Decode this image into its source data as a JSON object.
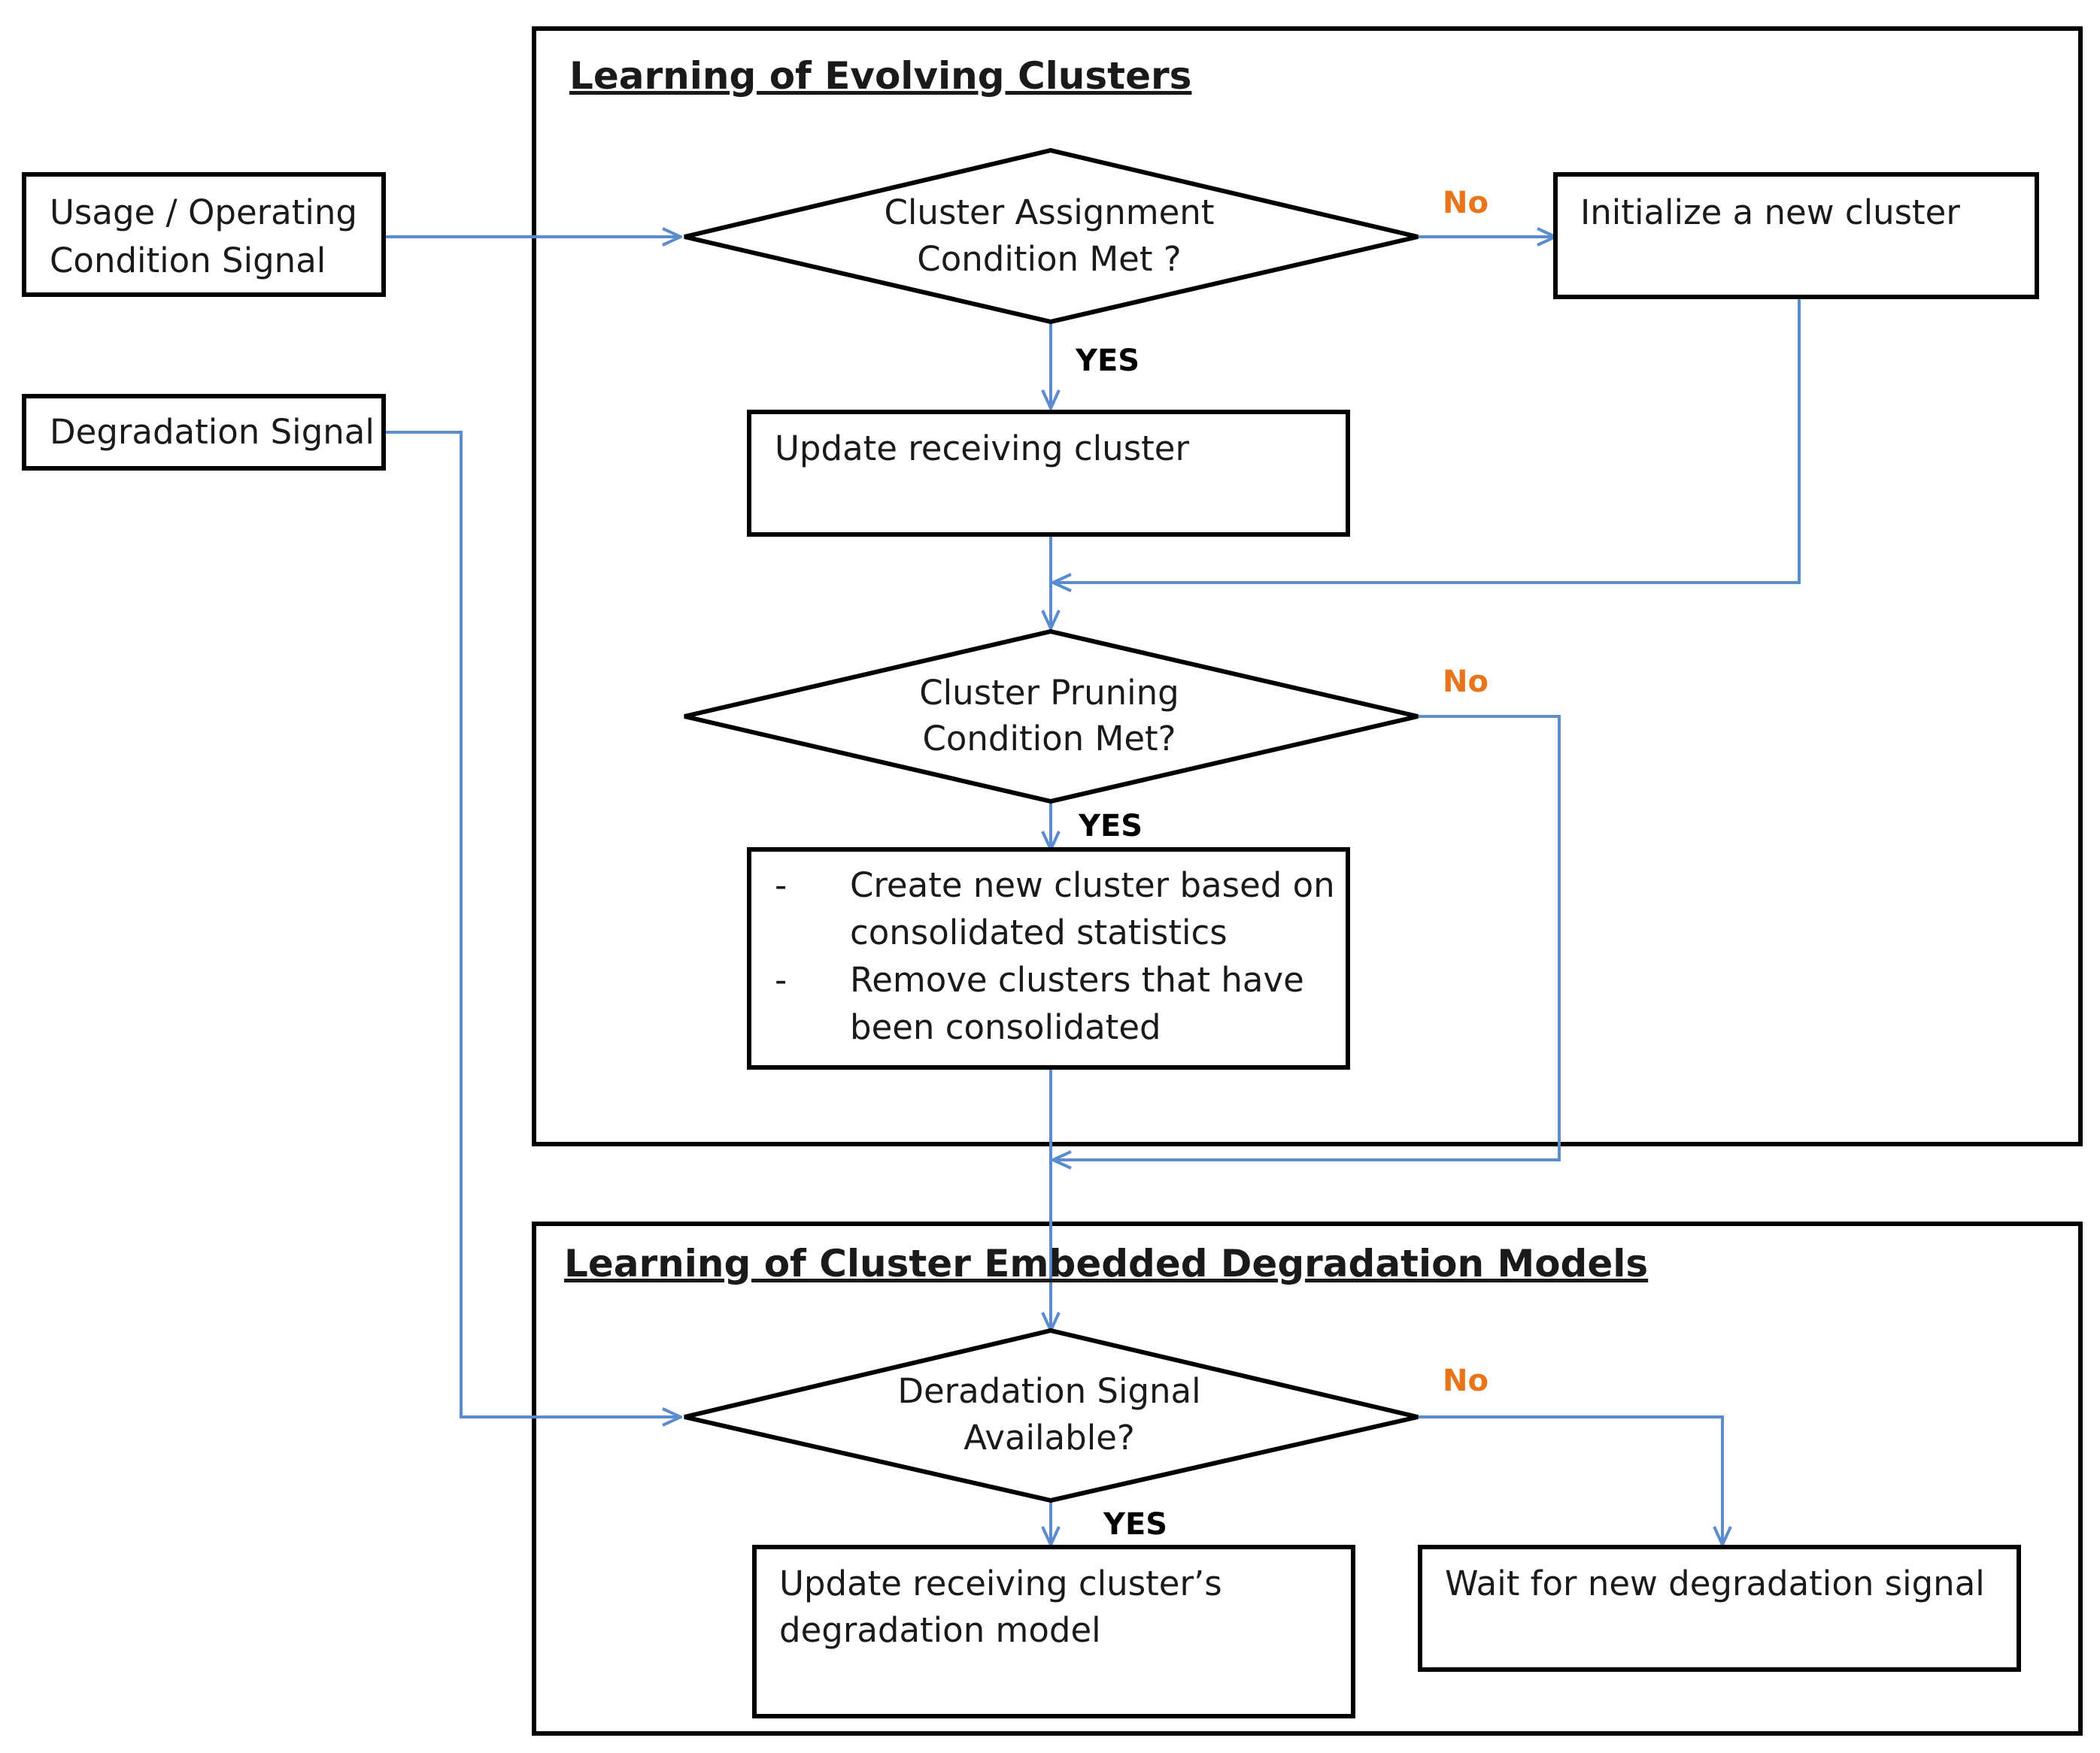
{
  "sections": {
    "evolving_title": "Learning of Evolving Clusters",
    "degradation_title": "Learning of Cluster Embedded Degradation Models"
  },
  "inputs": {
    "usage_line1": "Usage / Operating",
    "usage_line2": "Condition Signal",
    "degradation": "Degradation Signal"
  },
  "decisions": {
    "assignment_line1": "Cluster Assignment",
    "assignment_line2": "Condition Met ?",
    "pruning_line1": "Cluster Pruning",
    "pruning_line2": "Condition Met?",
    "signal_line1": "Deradation Signal",
    "signal_line2": "Available?"
  },
  "processes": {
    "init_new": "Initialize a new cluster",
    "update_receiving": "Update receiving cluster",
    "pruning_bullet": "-",
    "pruning_action1_line1": "Create new cluster based on",
    "pruning_action1_line2": "consolidated statistics",
    "pruning_action2_line1": "Remove clusters that have",
    "pruning_action2_line2": "been consolidated",
    "update_model_line1": "Update receiving cluster’s",
    "update_model_line2": "degradation model",
    "wait": "Wait for new degradation signal"
  },
  "labels": {
    "yes": "YES",
    "no": "No"
  },
  "colors": {
    "flow_line": "#5b8cd0",
    "no_label": "#e8751a",
    "border": "#000000"
  }
}
